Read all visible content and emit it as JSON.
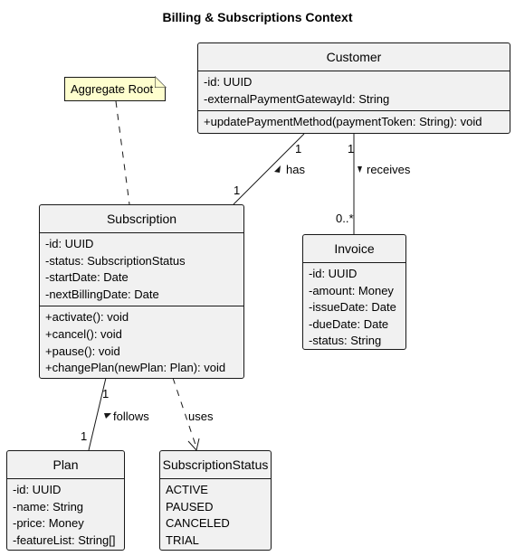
{
  "title": "Billing & Subscriptions Context",
  "note": "Aggregate Root",
  "classes": {
    "customer": {
      "name": "Customer",
      "attributes": [
        "-id: UUID",
        "-externalPaymentGatewayId: String"
      ],
      "methods": [
        "+updatePaymentMethod(paymentToken: String): void"
      ]
    },
    "subscription": {
      "name": "Subscription",
      "attributes": [
        "-id: UUID",
        "-status: SubscriptionStatus",
        "-startDate: Date",
        "-nextBillingDate: Date"
      ],
      "methods": [
        "+activate(): void",
        "+cancel(): void",
        "+pause(): void",
        "+changePlan(newPlan: Plan): void"
      ]
    },
    "invoice": {
      "name": "Invoice",
      "attributes": [
        "-id: UUID",
        "-amount: Money",
        "-issueDate: Date",
        "-dueDate: Date",
        "-status: String"
      ]
    },
    "plan": {
      "name": "Plan",
      "attributes": [
        "-id: UUID",
        "-name: String",
        "-price: Money",
        "-featureList: String[]"
      ]
    },
    "status": {
      "name": "SubscriptionStatus",
      "values": [
        "ACTIVE",
        "PAUSED",
        "CANCELED",
        "TRIAL"
      ]
    }
  },
  "relations": {
    "has": {
      "label": "has",
      "from_mult": "1",
      "to_mult": "1"
    },
    "receives": {
      "label": "receives",
      "from_mult": "1",
      "to_mult": "0..*"
    },
    "follows": {
      "label": "follows",
      "from_mult": "1",
      "to_mult": "1"
    },
    "uses": {
      "label": "uses"
    }
  }
}
